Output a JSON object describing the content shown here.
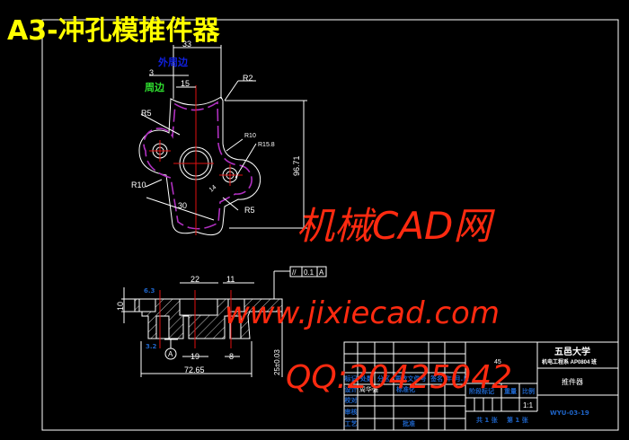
{
  "title": "A3-冲孔模推件器",
  "top_view": {
    "labels": {
      "outer_edge": "外周边",
      "edge": "周边"
    },
    "dims": {
      "d33": "33",
      "d3": "3",
      "d15": "15",
      "r2": "R2",
      "r5a": "R5",
      "r10a": "R10",
      "r15_8": "R15.8",
      "r10b": "R10",
      "d30": "30",
      "r5b": "R5",
      "d96_71": "96.71",
      "d14": "14"
    }
  },
  "section_view": {
    "dims": {
      "d22": "22",
      "d11": "11",
      "d10": "10",
      "d19": "19",
      "d8": "8",
      "d72_65": "72.65",
      "d25": "25±0.03"
    },
    "tolerance": {
      "symbol": "//",
      "value": "0.1",
      "datum": "A"
    },
    "datum_label": "A",
    "roughness_top": "6.3",
    "roughness_bottom": "3.2"
  },
  "watermark": {
    "site_cn": "机械CAD网",
    "url": "www.jixiecad.com",
    "qq": "QQ:20425042"
  },
  "title_block": {
    "school": "五邑大学",
    "dept": "机电工程系 AP0804 班",
    "material": "45",
    "part_name": "推件器",
    "scale": "1:1",
    "drawing_no": "WYU-03-19",
    "rows": [
      "标记",
      "设计",
      "校对",
      "审核",
      "工艺"
    ],
    "heads": [
      "处数",
      "分区",
      "更改文件号",
      "签名",
      "年.月.日"
    ],
    "designer": "周华强",
    "std": "标准化",
    "approve": "批准",
    "stage": "阶段标记",
    "weight": "重量",
    "ratio": "比例",
    "sheets": "共 1 张",
    "sheet_of": "第 1 张"
  }
}
